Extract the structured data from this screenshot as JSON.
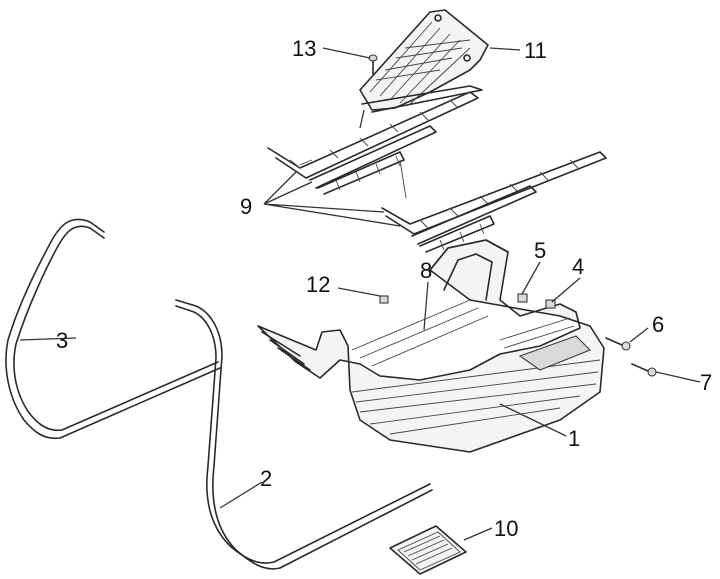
{
  "callouts": [
    {
      "id": "13",
      "label": "13"
    },
    {
      "id": "11",
      "label": "11"
    },
    {
      "id": "9",
      "label": "9"
    },
    {
      "id": "3",
      "label": "3"
    },
    {
      "id": "12",
      "label": "12"
    },
    {
      "id": "8",
      "label": "8"
    },
    {
      "id": "5",
      "label": "5"
    },
    {
      "id": "4",
      "label": "4"
    },
    {
      "id": "6",
      "label": "6"
    },
    {
      "id": "7",
      "label": "7"
    },
    {
      "id": "1",
      "label": "1"
    },
    {
      "id": "2",
      "label": "2"
    },
    {
      "id": "10",
      "label": "10"
    }
  ],
  "colors": {
    "line": "#2a2a2a",
    "panel": "#f4f4f4",
    "shade": "#d9d9d9",
    "background": "#ffffff"
  }
}
